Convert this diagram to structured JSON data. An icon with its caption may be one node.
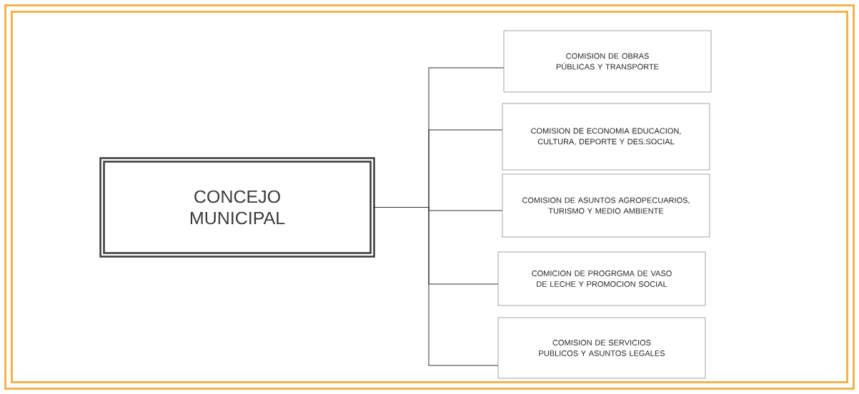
{
  "diagram": {
    "nodes": [
      {
        "text": [
          "CONCEJO MUNICIPAL"
        ]
      },
      {
        "text": [
          "COMISION DE OBRAS PÚBLICAS Y TRANSPORTE"
        ]
      },
      {
        "text": [
          "COMISION DE ECONOMIA EDUCACION, CULTURA, DEPORTE Y DES.SOCIAL"
        ]
      },
      {
        "text": [
          "COMISION DE ASUNTOS AGROPECUARIOS, TURISMO Y MEDIO AMBIENTE"
        ]
      },
      {
        "text": [
          "COMICION DE PROGRGMA DE VASO DE LECHE Y PROMOCION SOCIAL"
        ]
      },
      {
        "text": [
          "COMISION DE SERVICIOS PUBLICOS Y ASUNTOS LEGALES"
        ]
      }
    ],
    "edges": [
      {
        "from": 0,
        "to": 1,
        "arrow": "none"
      },
      {
        "from": 0,
        "to": 2,
        "arrow": "none"
      },
      {
        "from": 0,
        "to": 3,
        "arrow": "none"
      },
      {
        "from": 0,
        "to": 4,
        "arrow": "none"
      },
      {
        "from": 0,
        "to": 5,
        "arrow": "none"
      }
    ]
  }
}
